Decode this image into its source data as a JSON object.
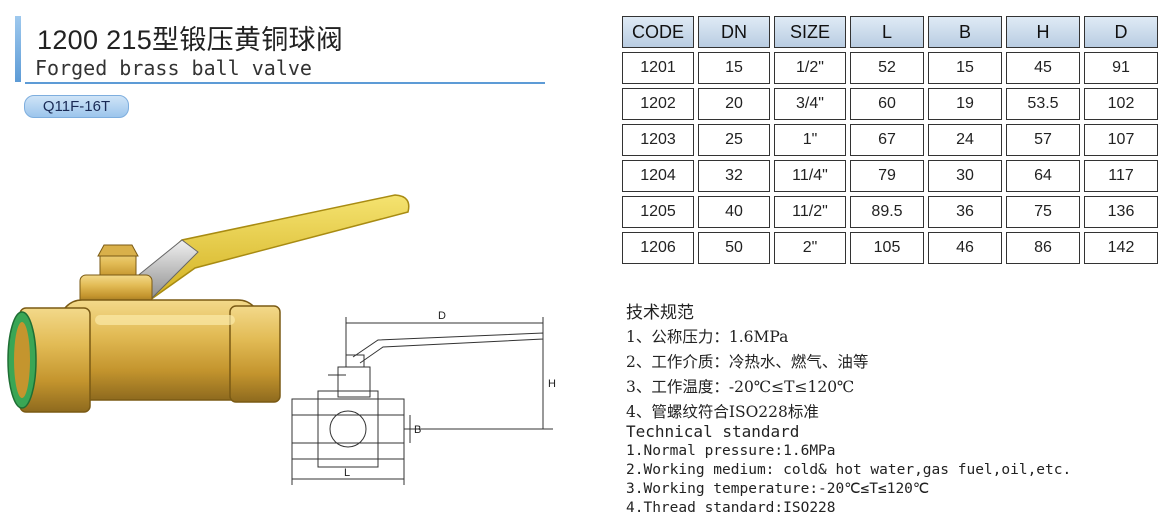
{
  "header": {
    "title_cn": "1200 215型锻压黄铜球阀",
    "title_en": "Forged brass ball valve",
    "model": "Q11F-16T"
  },
  "drawing": {
    "label_d": "D",
    "label_h": "H",
    "label_b": "B",
    "label_l": "L"
  },
  "table": {
    "headers": [
      "CODE",
      "DN",
      "SIZE",
      "L",
      "B",
      "H",
      "D"
    ],
    "rows": [
      [
        "1201",
        "15",
        "1/2\"",
        "52",
        "15",
        "45",
        "91"
      ],
      [
        "1202",
        "20",
        "3/4\"",
        "60",
        "19",
        "53.5",
        "102"
      ],
      [
        "1203",
        "25",
        "1\"",
        "67",
        "24",
        "57",
        "107"
      ],
      [
        "1204",
        "32",
        "11/4\"",
        "79",
        "30",
        "64",
        "117"
      ],
      [
        "1205",
        "40",
        "11/2\"",
        "89.5",
        "36",
        "75",
        "136"
      ],
      [
        "1206",
        "50",
        "2\"",
        "105",
        "46",
        "86",
        "142"
      ]
    ]
  },
  "tech_cn": {
    "heading": "技术规范",
    "lines": [
      "1、公称压力：1.6MPa",
      "2、工作介质：冷热水、燃气、油等",
      "3、工作温度：-20℃≤T≤120℃",
      "4、管螺纹符合ISO228标准"
    ]
  },
  "tech_en": {
    "heading": "Technical standard",
    "lines": [
      "1.Normal pressure:1.6MPa",
      "2.Working medium: cold& hot water,gas fuel,oil,etc.",
      "3.Working temperature:-20℃≤T≤120℃",
      "4.Thread standard:ISO228"
    ]
  },
  "colors": {
    "accent": "#5d9bd6",
    "brass": "#d9b04a",
    "handle": "#e8c832",
    "seal": "#3aa655"
  }
}
